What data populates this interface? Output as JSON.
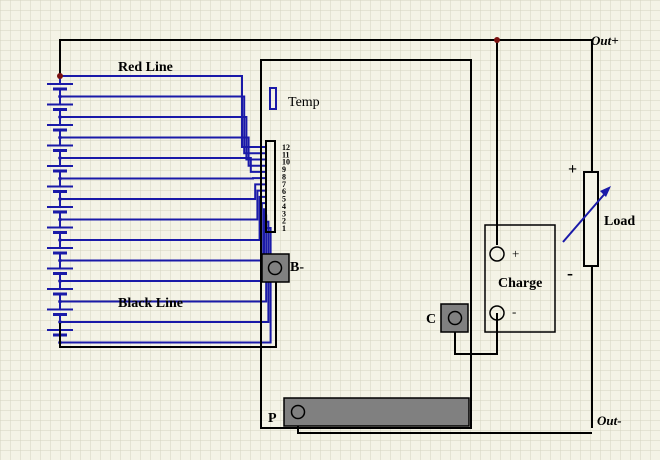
{
  "labels": {
    "red_line": "Red Line",
    "black_line": "Black Line",
    "temp": "Temp",
    "b_minus": "B-",
    "c": "C",
    "p": "P",
    "charge": "Charge",
    "charge_plus": "+",
    "charge_minus": "-",
    "load": "Load",
    "load_plus": "+",
    "load_minus": "-",
    "out_plus": "Out+",
    "out_minus": "Out-"
  },
  "connector_pins": [
    "12",
    "11",
    "10",
    "9",
    "8",
    "7",
    "6",
    "5",
    "4",
    "3",
    "2",
    "1"
  ],
  "colors": {
    "background": "#f4f3e6",
    "grid": "#d4d3c0",
    "wire_black": "#000000",
    "wire_blue": "#1a1aa8",
    "terminal_fill": "#808080",
    "junction": "#7a1010"
  }
}
